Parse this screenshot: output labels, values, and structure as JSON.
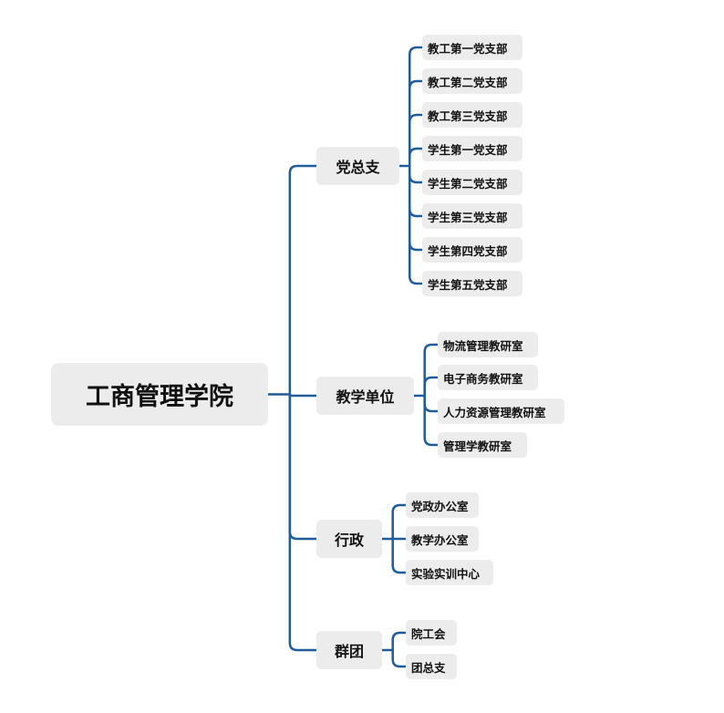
{
  "root": {
    "label": "工商管理学院"
  },
  "branches": [
    {
      "label": "党总支",
      "children": [
        "教工第一党支部",
        "教工第二党支部",
        "教工第三党支部",
        "学生第一党支部",
        "学生第二党支部",
        "学生第三党支部",
        "学生第四党支部",
        "学生第五党支部"
      ]
    },
    {
      "label": "教学单位",
      "children": [
        "物流管理教研室",
        "电子商务教研室",
        "人力资源管理教研室",
        "管理学教研室"
      ]
    },
    {
      "label": "行政",
      "children": [
        "党政办公室",
        "教学办公室",
        "实验实训中心"
      ]
    },
    {
      "label": "群团",
      "children": [
        "院工会",
        "团总支"
      ]
    }
  ],
  "colors": {
    "connector": "#1f5c99",
    "node_fill": "#ececec",
    "text": "#111111"
  }
}
